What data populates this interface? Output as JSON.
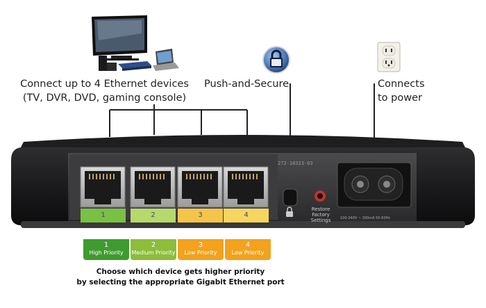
{
  "labels": {
    "ethernet_line1": "Connect up to 4 Ethernet devices",
    "ethernet_line2": "(TV, DVR, DVD, gaming console)",
    "push_secure": "Push-and-Secure",
    "power_line1": "Connects",
    "power_line2": "to power"
  },
  "router": {
    "model_label": "272-10323-03",
    "restore_line1": "Restore",
    "restore_line2": "Factory",
    "restore_line3": "Settings",
    "power_rating": "100-240V ~ 300mA 50-60Hz"
  },
  "ports": [
    {
      "number": "1",
      "color": "#7ac043"
    },
    {
      "number": "2",
      "color": "#b5d96a"
    },
    {
      "number": "3",
      "color": "#f5c54a"
    },
    {
      "number": "4",
      "color": "#f6d65e"
    }
  ],
  "priority_legend": [
    {
      "number": "1",
      "priority": "High Priority",
      "color": "#3f9b2f"
    },
    {
      "number": "2",
      "priority": "Medium Priority",
      "color": "#8dbd3a"
    },
    {
      "number": "3",
      "priority": "Low Priority",
      "color": "#f2a21c"
    },
    {
      "number": "4",
      "priority": "Low Priority",
      "color": "#f2a21c"
    }
  ],
  "caption": {
    "line1": "Choose which device gets higher priority",
    "line2": "by selecting the appropriate Gigabit Ethernet port"
  },
  "icons": [
    "tv-devices-icon",
    "push-and-secure-lock-icon",
    "power-outlet-icon"
  ]
}
